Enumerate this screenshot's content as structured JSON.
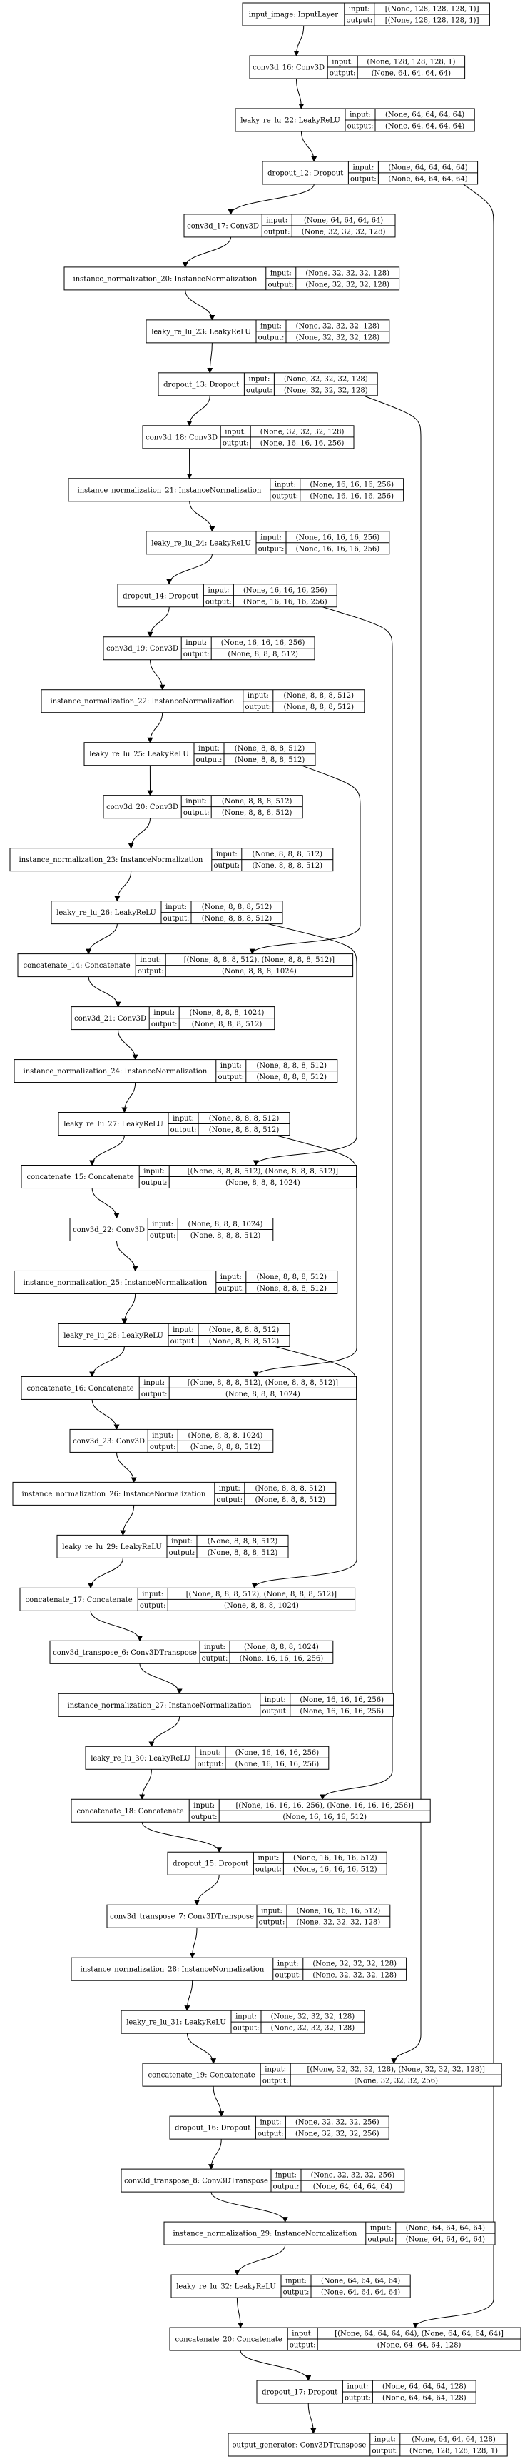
{
  "nodes": [
    {
      "name": "input_image: InputLayer",
      "in": "[(None, 128, 128, 128, 1)]",
      "out": "[(None, 128, 128, 128, 1)]"
    },
    {
      "name": "conv3d_16: Conv3D",
      "in": "(None, 128, 128, 128, 1)",
      "out": "(None, 64, 64, 64, 64)"
    },
    {
      "name": "leaky_re_lu_22: LeakyReLU",
      "in": "(None, 64, 64, 64, 64)",
      "out": "(None, 64, 64, 64, 64)"
    },
    {
      "name": "dropout_12: Dropout",
      "in": "(None, 64, 64, 64, 64)",
      "out": "(None, 64, 64, 64, 64)"
    },
    {
      "name": "conv3d_17: Conv3D",
      "in": "(None, 64, 64, 64, 64)",
      "out": "(None, 32, 32, 32, 128)"
    },
    {
      "name": "instance_normalization_20: InstanceNormalization",
      "in": "(None, 32, 32, 32, 128)",
      "out": "(None, 32, 32, 32, 128)"
    },
    {
      "name": "leaky_re_lu_23: LeakyReLU",
      "in": "(None, 32, 32, 32, 128)",
      "out": "(None, 32, 32, 32, 128)"
    },
    {
      "name": "dropout_13: Dropout",
      "in": "(None, 32, 32, 32, 128)",
      "out": "(None, 32, 32, 32, 128)"
    },
    {
      "name": "conv3d_18: Conv3D",
      "in": "(None, 32, 32, 32, 128)",
      "out": "(None, 16, 16, 16, 256)"
    },
    {
      "name": "instance_normalization_21: InstanceNormalization",
      "in": "(None, 16, 16, 16, 256)",
      "out": "(None, 16, 16, 16, 256)"
    },
    {
      "name": "leaky_re_lu_24: LeakyReLU",
      "in": "(None, 16, 16, 16, 256)",
      "out": "(None, 16, 16, 16, 256)"
    },
    {
      "name": "dropout_14: Dropout",
      "in": "(None, 16, 16, 16, 256)",
      "out": "(None, 16, 16, 16, 256)"
    },
    {
      "name": "conv3d_19: Conv3D",
      "in": "(None, 16, 16, 16, 256)",
      "out": "(None, 8, 8, 8, 512)"
    },
    {
      "name": "instance_normalization_22: InstanceNormalization",
      "in": "(None, 8, 8, 8, 512)",
      "out": "(None, 8, 8, 8, 512)"
    },
    {
      "name": "leaky_re_lu_25: LeakyReLU",
      "in": "(None, 8, 8, 8, 512)",
      "out": "(None, 8, 8, 8, 512)"
    },
    {
      "name": "conv3d_20: Conv3D",
      "in": "(None, 8, 8, 8, 512)",
      "out": "(None, 8, 8, 8, 512)"
    },
    {
      "name": "instance_normalization_23: InstanceNormalization",
      "in": "(None, 8, 8, 8, 512)",
      "out": "(None, 8, 8, 8, 512)"
    },
    {
      "name": "leaky_re_lu_26: LeakyReLU",
      "in": "(None, 8, 8, 8, 512)",
      "out": "(None, 8, 8, 8, 512)"
    },
    {
      "name": "concatenate_14: Concatenate",
      "in": "[(None, 8, 8, 8, 512), (None, 8, 8, 8, 512)]",
      "out": "(None, 8, 8, 8, 1024)"
    },
    {
      "name": "conv3d_21: Conv3D",
      "in": "(None, 8, 8, 8, 1024)",
      "out": "(None, 8, 8, 8, 512)"
    },
    {
      "name": "instance_normalization_24: InstanceNormalization",
      "in": "(None, 8, 8, 8, 512)",
      "out": "(None, 8, 8, 8, 512)"
    },
    {
      "name": "leaky_re_lu_27: LeakyReLU",
      "in": "(None, 8, 8, 8, 512)",
      "out": "(None, 8, 8, 8, 512)"
    },
    {
      "name": "concatenate_15: Concatenate",
      "in": "[(None, 8, 8, 8, 512), (None, 8, 8, 8, 512)]",
      "out": "(None, 8, 8, 8, 1024)"
    },
    {
      "name": "conv3d_22: Conv3D",
      "in": "(None, 8, 8, 8, 1024)",
      "out": "(None, 8, 8, 8, 512)"
    },
    {
      "name": "instance_normalization_25: InstanceNormalization",
      "in": "(None, 8, 8, 8, 512)",
      "out": "(None, 8, 8, 8, 512)"
    },
    {
      "name": "leaky_re_lu_28: LeakyReLU",
      "in": "(None, 8, 8, 8, 512)",
      "out": "(None, 8, 8, 8, 512)"
    },
    {
      "name": "concatenate_16: Concatenate",
      "in": "[(None, 8, 8, 8, 512), (None, 8, 8, 8, 512)]",
      "out": "(None, 8, 8, 8, 1024)"
    },
    {
      "name": "conv3d_23: Conv3D",
      "in": "(None, 8, 8, 8, 1024)",
      "out": "(None, 8, 8, 8, 512)"
    },
    {
      "name": "instance_normalization_26: InstanceNormalization",
      "in": "(None, 8, 8, 8, 512)",
      "out": "(None, 8, 8, 8, 512)"
    },
    {
      "name": "leaky_re_lu_29: LeakyReLU",
      "in": "(None, 8, 8, 8, 512)",
      "out": "(None, 8, 8, 8, 512)"
    },
    {
      "name": "concatenate_17: Concatenate",
      "in": "[(None, 8, 8, 8, 512), (None, 8, 8, 8, 512)]",
      "out": "(None, 8, 8, 8, 1024)"
    },
    {
      "name": "conv3d_transpose_6: Conv3DTranspose",
      "in": "(None, 8, 8, 8, 1024)",
      "out": "(None, 16, 16, 16, 256)"
    },
    {
      "name": "instance_normalization_27: InstanceNormalization",
      "in": "(None, 16, 16, 16, 256)",
      "out": "(None, 16, 16, 16, 256)"
    },
    {
      "name": "leaky_re_lu_30: LeakyReLU",
      "in": "(None, 16, 16, 16, 256)",
      "out": "(None, 16, 16, 16, 256)"
    },
    {
      "name": "concatenate_18: Concatenate",
      "in": "[(None, 16, 16, 16, 256), (None, 16, 16, 16, 256)]",
      "out": "(None, 16, 16, 16, 512)"
    },
    {
      "name": "dropout_15: Dropout",
      "in": "(None, 16, 16, 16, 512)",
      "out": "(None, 16, 16, 16, 512)"
    },
    {
      "name": "conv3d_transpose_7: Conv3DTranspose",
      "in": "(None, 16, 16, 16, 512)",
      "out": "(None, 32, 32, 32, 128)"
    },
    {
      "name": "instance_normalization_28: InstanceNormalization",
      "in": "(None, 32, 32, 32, 128)",
      "out": "(None, 32, 32, 32, 128)"
    },
    {
      "name": "leaky_re_lu_31: LeakyReLU",
      "in": "(None, 32, 32, 32, 128)",
      "out": "(None, 32, 32, 32, 128)"
    },
    {
      "name": "concatenate_19: Concatenate",
      "in": "[(None, 32, 32, 32, 128), (None, 32, 32, 32, 128)]",
      "out": "(None, 32, 32, 32, 256)"
    },
    {
      "name": "dropout_16: Dropout",
      "in": "(None, 32, 32, 32, 256)",
      "out": "(None, 32, 32, 32, 256)"
    },
    {
      "name": "conv3d_transpose_8: Conv3DTranspose",
      "in": "(None, 32, 32, 32, 256)",
      "out": "(None, 64, 64, 64, 64)"
    },
    {
      "name": "instance_normalization_29: InstanceNormalization",
      "in": "(None, 64, 64, 64, 64)",
      "out": "(None, 64, 64, 64, 64)"
    },
    {
      "name": "leaky_re_lu_32: LeakyReLU",
      "in": "(None, 64, 64, 64, 64)",
      "out": "(None, 64, 64, 64, 64)"
    },
    {
      "name": "concatenate_20: Concatenate",
      "in": "[(None, 64, 64, 64, 64), (None, 64, 64, 64, 64)]",
      "out": "(None, 64, 64, 64, 128)"
    },
    {
      "name": "dropout_17: Dropout",
      "in": "(None, 64, 64, 64, 128)",
      "out": "(None, 64, 64, 64, 128)"
    },
    {
      "name": "output_generator: Conv3DTranspose",
      "in": "(None, 64, 64, 64, 128)",
      "out": "(None, 128, 128, 128, 1)"
    }
  ],
  "labels": {
    "input": "input:",
    "output": "output:"
  }
}
